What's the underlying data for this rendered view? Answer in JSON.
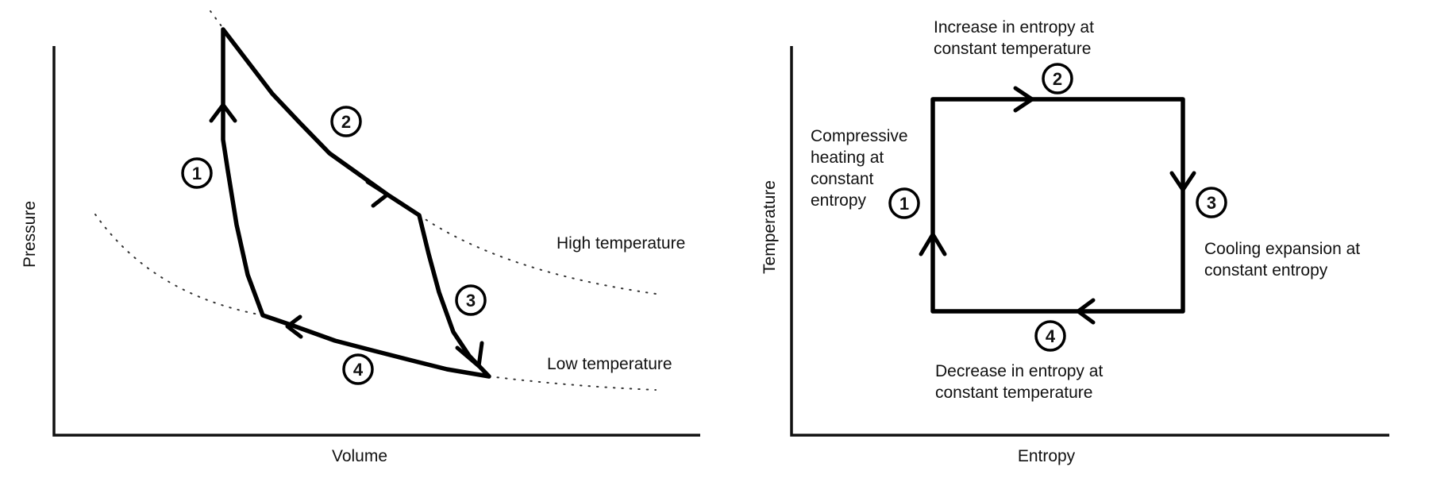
{
  "pv": {
    "x_label": "Volume",
    "y_label": "Pressure",
    "isotherm_high": "High temperature",
    "isotherm_low": "Low temperature",
    "steps": [
      "1",
      "2",
      "3",
      "4"
    ]
  },
  "ts": {
    "x_label": "Entropy",
    "y_label": "Temperature",
    "steps": [
      "1",
      "2",
      "3",
      "4"
    ],
    "step1_lines": [
      "Compressive",
      "heating at",
      "constant",
      "entropy"
    ],
    "step2_lines": [
      "Increase in entropy at",
      "constant temperature"
    ],
    "step3_lines": [
      "Cooling expansion at",
      "constant entropy"
    ],
    "step4_lines": [
      "Decrease in entropy at",
      "constant temperature"
    ]
  }
}
